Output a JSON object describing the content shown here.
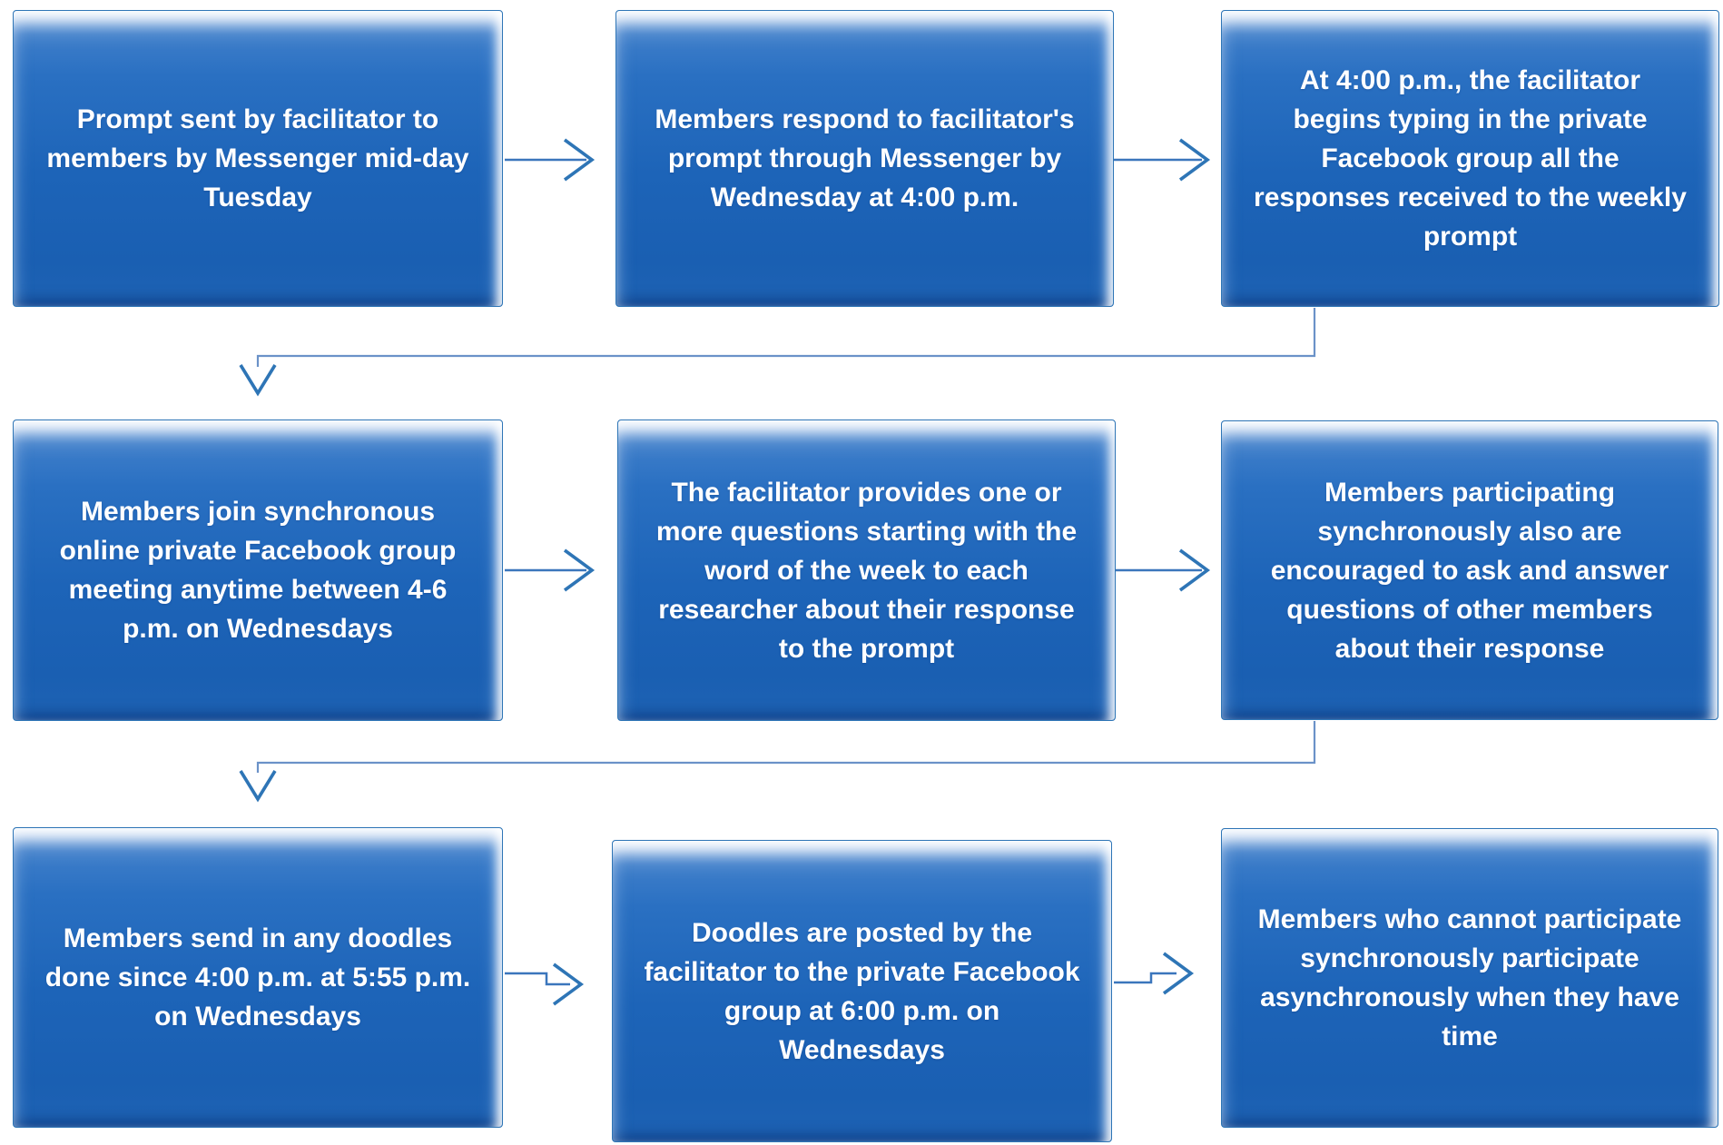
{
  "diagram_type": "flowchart",
  "steps": [
    {
      "id": 1,
      "row": 1,
      "col": 1,
      "text": "Prompt sent by facilitator to members by Messenger mid-day Tuesday"
    },
    {
      "id": 2,
      "row": 1,
      "col": 2,
      "text": "Members respond to facilitator's prompt through Messenger by Wednesday at 4:00 p.m."
    },
    {
      "id": 3,
      "row": 1,
      "col": 3,
      "text": "At 4:00 p.m., the facilitator begins typing in the private Facebook group all the responses received to the weekly prompt"
    },
    {
      "id": 4,
      "row": 2,
      "col": 1,
      "text": "Members join synchronous online private Facebook group meeting anytime between 4-6 p.m. on Wednesdays"
    },
    {
      "id": 5,
      "row": 2,
      "col": 2,
      "text": "The facilitator provides one or more questions starting with the word of the week to each researcher about their response to the prompt"
    },
    {
      "id": 6,
      "row": 2,
      "col": 3,
      "text": "Members participating synchronously also are encouraged to ask and answer questions  of other members about their response"
    },
    {
      "id": 7,
      "row": 3,
      "col": 1,
      "text": "Members send in any doodles done since 4:00 p.m. at 5:55 p.m. on Wednesdays"
    },
    {
      "id": 8,
      "row": 3,
      "col": 2,
      "text": "Doodles are posted by the facilitator to the private Facebook group at 6:00 p.m. on Wednesdays"
    },
    {
      "id": 9,
      "row": 3,
      "col": 3,
      "text": "Members who cannot participate synchronously participate asynchronously when they have time"
    }
  ],
  "connectors": [
    {
      "from": 1,
      "to": 2,
      "type": "arrow-right"
    },
    {
      "from": 2,
      "to": 3,
      "type": "arrow-right"
    },
    {
      "from": 3,
      "to": 4,
      "type": "elbow-down-left-arrow"
    },
    {
      "from": 4,
      "to": 5,
      "type": "arrow-right"
    },
    {
      "from": 5,
      "to": 6,
      "type": "arrow-right"
    },
    {
      "from": 6,
      "to": 7,
      "type": "elbow-down-left-arrow"
    },
    {
      "from": 7,
      "to": 8,
      "type": "arrow-right-step"
    },
    {
      "from": 8,
      "to": 9,
      "type": "arrow-right-step"
    }
  ],
  "colors": {
    "box_fill": "#1D64B8",
    "box_fill_highlight": "#7FA9E0",
    "box_border": "#2E75B6",
    "arrow": "#2E75B6",
    "text": "#FFFFFF",
    "background": "#FFFFFF"
  }
}
